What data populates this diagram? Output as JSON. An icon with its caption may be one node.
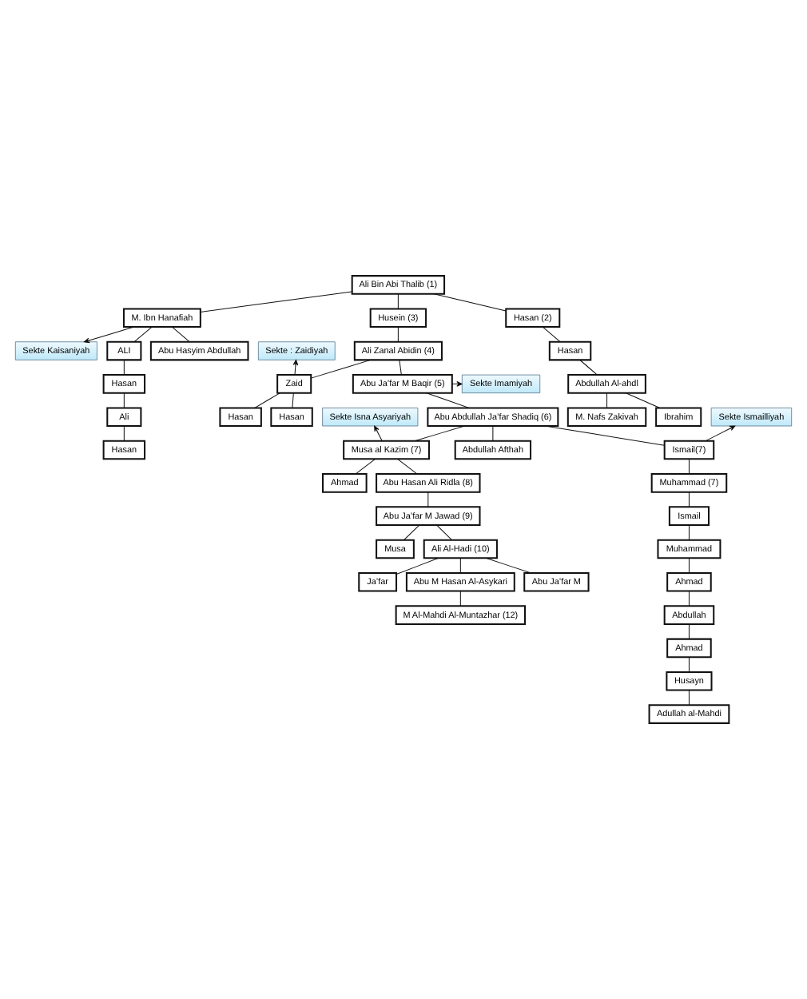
{
  "diagram": {
    "nodes": [
      {
        "text": [
          "Ali Bin Abi Thalib (1)"
        ]
      },
      {
        "text": [
          "Sekte Kaisaniyah"
        ]
      },
      {
        "text": [
          "M. Ibn Hanafiah"
        ]
      },
      {
        "text": [
          "Husein (3)"
        ]
      },
      {
        "text": [
          "Hasan (2)"
        ]
      },
      {
        "text": [
          "ALI"
        ]
      },
      {
        "text": [
          "Abu Hasyim Abdullah"
        ]
      },
      {
        "text": [
          "Hasan"
        ]
      },
      {
        "text": [
          "Hasan"
        ]
      },
      {
        "text": [
          "Ali Zanal Abidin (4)"
        ]
      },
      {
        "text": [
          "Abdullah Al-ahdl"
        ]
      },
      {
        "text": [
          "Ali"
        ]
      },
      {
        "text": [
          "Sekte : Zaidiyah"
        ]
      },
      {
        "text": [
          "M. Nafs Zakivah"
        ]
      },
      {
        "text": [
          "Ibrahim"
        ]
      },
      {
        "text": [
          "Hasan"
        ]
      },
      {
        "text": [
          "Zaid"
        ]
      },
      {
        "text": [
          "Abu Ja’far M Baqir (5)"
        ]
      },
      {
        "text": [
          "Sekte Imamiyah"
        ]
      },
      {
        "text": [
          "Hasan"
        ]
      },
      {
        "text": [
          "Hasan"
        ]
      },
      {
        "text": [
          "Abu Abdullah Ja’far Shadiq (6)"
        ]
      },
      {
        "text": [
          "Sekte Isna Asyariyah"
        ]
      },
      {
        "text": [
          "Sekte Ismailliyah"
        ]
      },
      {
        "text": [
          "Musa al Kazim (7)"
        ]
      },
      {
        "text": [
          "Abdullah Afthah"
        ]
      },
      {
        "text": [
          "Ismail(7)"
        ]
      },
      {
        "text": [
          "Ahmad"
        ]
      },
      {
        "text": [
          "Abu Hasan Ali Ridla (8)"
        ]
      },
      {
        "text": [
          "Muhammad (7)"
        ]
      },
      {
        "text": [
          "Ismail"
        ]
      },
      {
        "text": [
          "Abu Ja’far M Jawad (9)"
        ]
      },
      {
        "text": [
          "Muhammad"
        ]
      },
      {
        "text": [
          "Musa"
        ]
      },
      {
        "text": [
          "Ali Al-Hadi (10)"
        ]
      },
      {
        "text": [
          "Ahmad"
        ]
      },
      {
        "text": [
          "Ja’far"
        ]
      },
      {
        "text": [
          "Abu M Hasan Al-Asykari"
        ]
      },
      {
        "text": [
          "Abu Ja’far M"
        ]
      },
      {
        "text": [
          "Abdullah"
        ]
      },
      {
        "text": [
          "Ahmad"
        ]
      },
      {
        "text": [
          "M Al-Mahdi Al-Muntazhar (12)"
        ]
      },
      {
        "text": [
          "Husayn"
        ]
      },
      {
        "text": [
          "Adullah al-Mahdi"
        ]
      }
    ],
    "edges": [
      {
        "from": 0,
        "to": 2,
        "arrow": "none"
      },
      {
        "from": 0,
        "to": 3,
        "arrow": "none"
      },
      {
        "from": 0,
        "to": 4,
        "arrow": "none"
      },
      {
        "from": 2,
        "to": 1,
        "arrow": "to"
      },
      {
        "from": 2,
        "to": 5,
        "arrow": "none"
      },
      {
        "from": 2,
        "to": 6,
        "arrow": "none"
      },
      {
        "from": 4,
        "to": 7,
        "arrow": "none"
      },
      {
        "from": 5,
        "to": 8,
        "arrow": "none"
      },
      {
        "from": 3,
        "to": 9,
        "arrow": "none"
      },
      {
        "from": 7,
        "to": 10,
        "arrow": "none"
      },
      {
        "from": 8,
        "to": 11,
        "arrow": "none"
      },
      {
        "from": 9,
        "to": 16,
        "arrow": "none"
      },
      {
        "from": 9,
        "to": 17,
        "arrow": "none"
      },
      {
        "from": 10,
        "to": 13,
        "arrow": "none"
      },
      {
        "from": 10,
        "to": 14,
        "arrow": "none"
      },
      {
        "from": 16,
        "to": 12,
        "arrow": "to"
      },
      {
        "from": 11,
        "to": 15,
        "arrow": "none"
      },
      {
        "from": 17,
        "to": 18,
        "arrow": "to"
      },
      {
        "from": 16,
        "to": 19,
        "arrow": "none"
      },
      {
        "from": 16,
        "to": 20,
        "arrow": "none"
      },
      {
        "from": 17,
        "to": 21,
        "arrow": "none"
      },
      {
        "from": 21,
        "to": 24,
        "arrow": "none"
      },
      {
        "from": 21,
        "to": 25,
        "arrow": "none"
      },
      {
        "from": 21,
        "to": 26,
        "arrow": "none"
      },
      {
        "from": 24,
        "to": 22,
        "arrow": "to"
      },
      {
        "from": 26,
        "to": 23,
        "arrow": "to"
      },
      {
        "from": 24,
        "to": 27,
        "arrow": "none"
      },
      {
        "from": 24,
        "to": 28,
        "arrow": "none"
      },
      {
        "from": 26,
        "to": 29,
        "arrow": "none"
      },
      {
        "from": 28,
        "to": 31,
        "arrow": "none"
      },
      {
        "from": 29,
        "to": 30,
        "arrow": "none"
      },
      {
        "from": 30,
        "to": 32,
        "arrow": "none"
      },
      {
        "from": 31,
        "to": 33,
        "arrow": "none"
      },
      {
        "from": 31,
        "to": 34,
        "arrow": "none"
      },
      {
        "from": 32,
        "to": 35,
        "arrow": "none"
      },
      {
        "from": 34,
        "to": 36,
        "arrow": "none"
      },
      {
        "from": 34,
        "to": 37,
        "arrow": "none"
      },
      {
        "from": 34,
        "to": 38,
        "arrow": "none"
      },
      {
        "from": 35,
        "to": 39,
        "arrow": "none"
      },
      {
        "from": 37,
        "to": 41,
        "arrow": "none"
      },
      {
        "from": 39,
        "to": 40,
        "arrow": "none"
      },
      {
        "from": 40,
        "to": 42,
        "arrow": "none"
      },
      {
        "from": 42,
        "to": 43,
        "arrow": "none"
      }
    ]
  }
}
